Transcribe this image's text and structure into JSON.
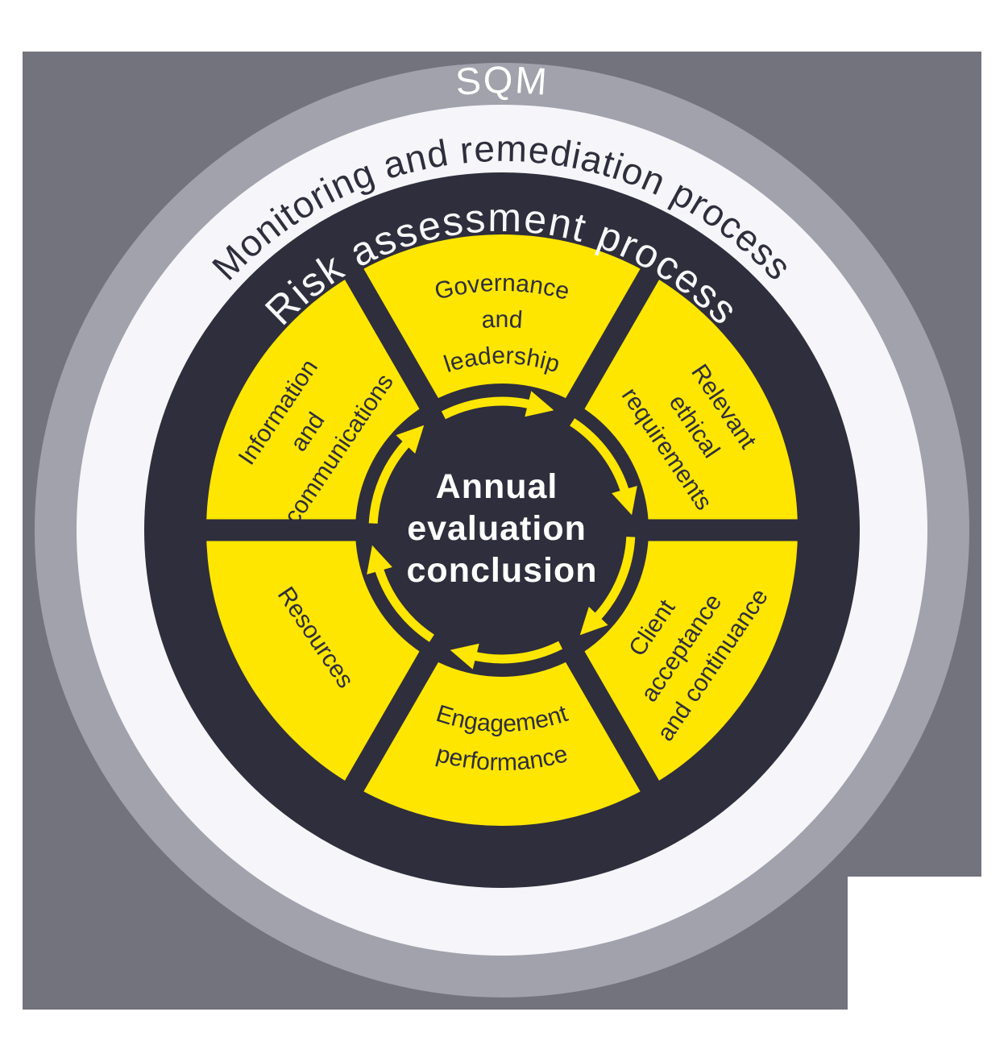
{
  "rings": {
    "outer_label": "SQM",
    "monitoring_label": "Monitoring and remediation process",
    "risk_label": "Risk assessment process"
  },
  "center": {
    "lines": [
      "Annual",
      "evaluation",
      "conclusion"
    ]
  },
  "wedges": [
    {
      "id": "governance-and-leadership",
      "lines": [
        "Governance",
        "and",
        "leadership"
      ]
    },
    {
      "id": "relevant-ethical-requirements",
      "lines": [
        "Relevant",
        "ethical",
        "requirements"
      ]
    },
    {
      "id": "client-acceptance-and-continuance",
      "lines": [
        "Client",
        "acceptance",
        "and continuance"
      ]
    },
    {
      "id": "engagement-performance",
      "lines": [
        "Engagement",
        "performance"
      ]
    },
    {
      "id": "resources",
      "label": "Resources"
    },
    {
      "id": "information-and-communications",
      "lines": [
        "Information",
        "and",
        "communications"
      ]
    }
  ],
  "colors": {
    "page": "#ffffff",
    "outer_square": "#73737e",
    "sqm_ring": "#a2a2ad",
    "white_ring": "#f5f5fa",
    "dark_ring": "#2e2e3c",
    "wedge_yellow": "#ffe600",
    "spoke": "#2e2e3c",
    "arrow_yellow": "#ffe600",
    "text_dark": "#2e2e3c",
    "text_light": "#ffffff"
  }
}
